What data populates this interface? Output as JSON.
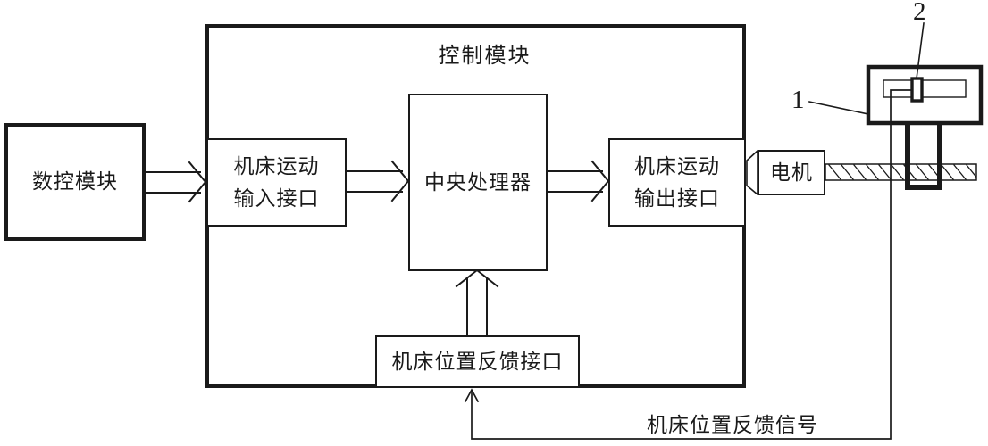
{
  "diagram": {
    "background": "#ffffff",
    "line_color": "#1a1a1a",
    "cnc_module": {
      "label": "数控模块"
    },
    "control_module": {
      "title": "控制模块"
    },
    "input_interface": {
      "line1": "机床运动",
      "line2": "输入接口"
    },
    "cpu": {
      "label": "中央处理器"
    },
    "output_interface": {
      "line1": "机床运动",
      "line2": "输出接口"
    },
    "feedback_interface": {
      "label": "机床位置反馈接口"
    },
    "motor": {
      "label": "电机"
    },
    "feedback_signal": {
      "label": "机床位置反馈信号"
    },
    "part_labels": {
      "part1": "1",
      "part2": "2"
    }
  }
}
